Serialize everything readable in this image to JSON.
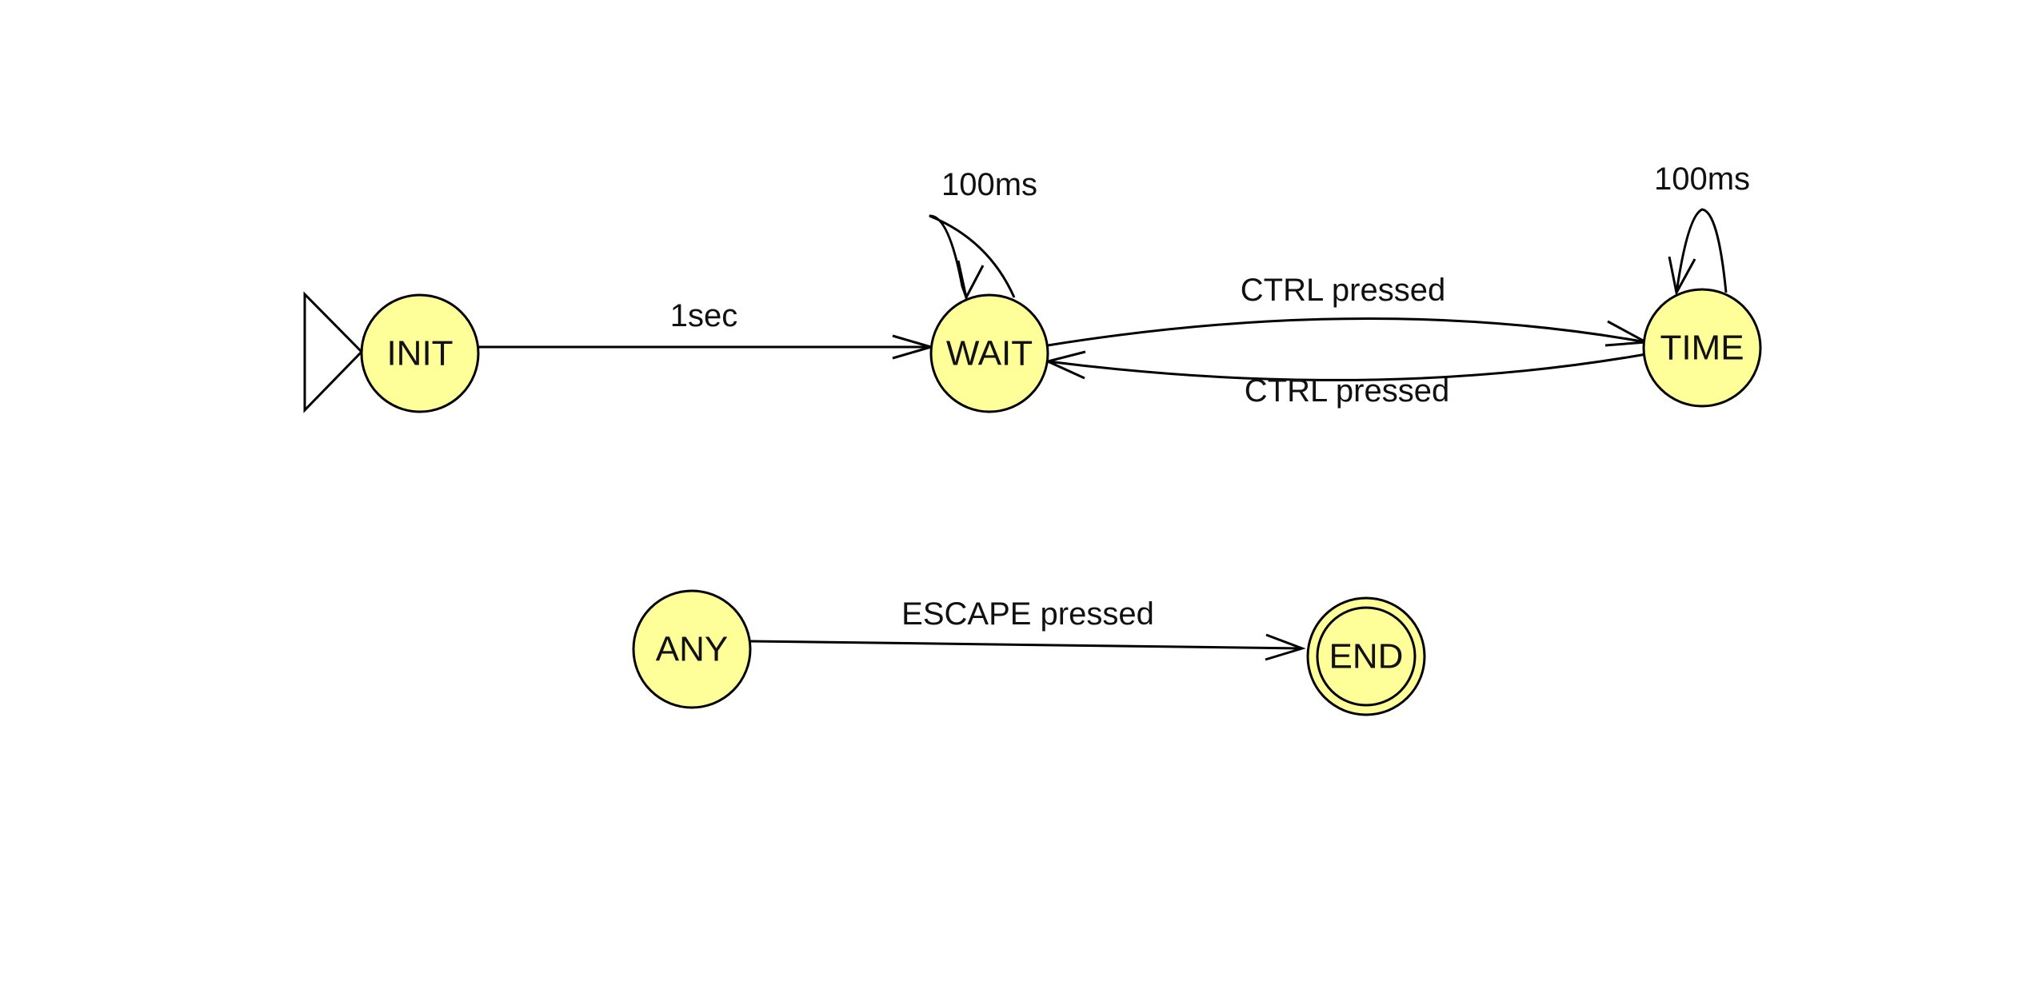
{
  "diagram": {
    "colors": {
      "state_fill": "#FFFF99",
      "stroke": "#000000",
      "background": "#FFFFFF"
    },
    "states": {
      "init": {
        "label": "INIT",
        "initial": true
      },
      "wait": {
        "label": "WAIT"
      },
      "time": {
        "label": "TIME"
      },
      "any": {
        "label": "ANY"
      },
      "end": {
        "label": "END",
        "final": true
      }
    },
    "transitions": {
      "init_wait": {
        "from": "INIT",
        "to": "WAIT",
        "label": "1sec"
      },
      "wait_self": {
        "from": "WAIT",
        "to": "WAIT",
        "label": "100ms"
      },
      "wait_time": {
        "from": "WAIT",
        "to": "TIME",
        "label": "CTRL pressed"
      },
      "time_wait": {
        "from": "TIME",
        "to": "WAIT",
        "label": "CTRL pressed"
      },
      "time_self": {
        "from": "TIME",
        "to": "TIME",
        "label": "100ms"
      },
      "any_end": {
        "from": "ANY",
        "to": "END",
        "label": "ESCAPE pressed"
      }
    }
  }
}
